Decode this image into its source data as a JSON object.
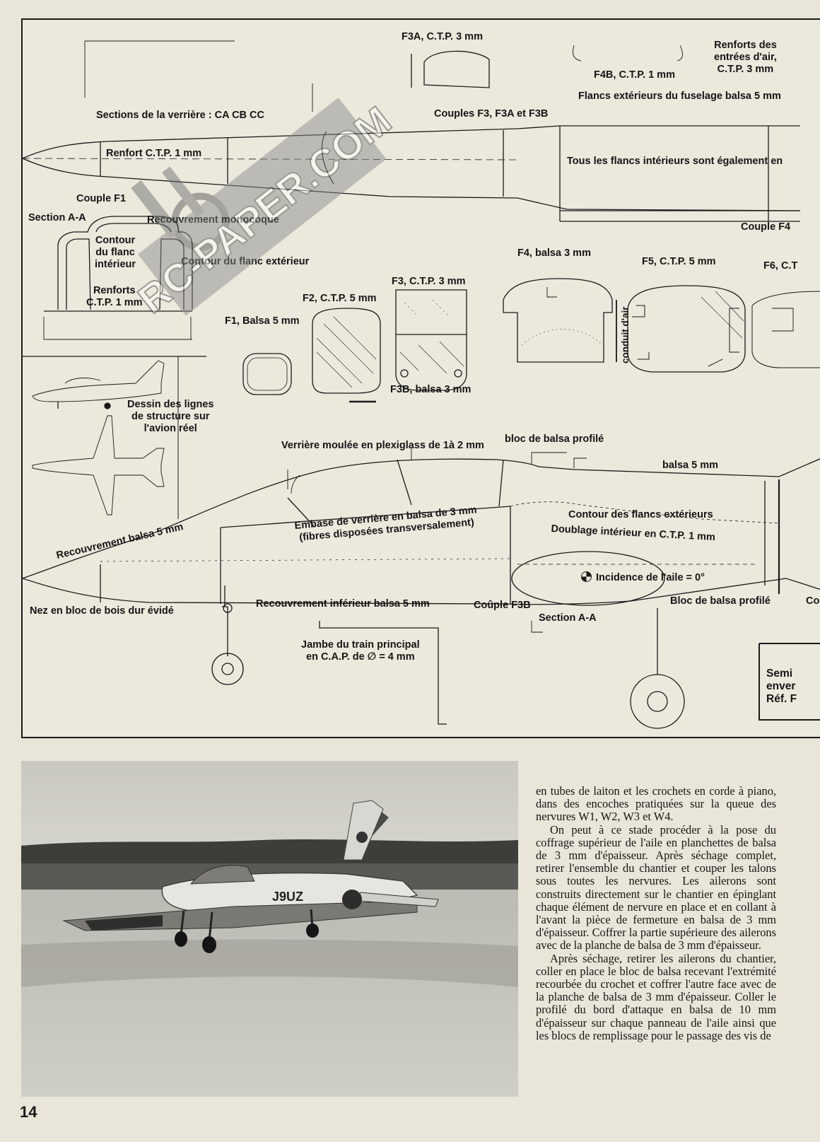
{
  "plan": {
    "labels": {
      "f3a": "F3A, C.T.P. 3 mm",
      "renforts_entrees": "Renforts des\nentrées d'air,\nC.T.P. 3 mm",
      "f4b": "F4B, C.T.P. 1 mm",
      "flancs_exterieurs": "Flancs extérieurs du fuselage balsa 5 mm",
      "sections_verriere": "Sections de la verrière : CA CB CC",
      "couples_f3": "Couples F3, F3A et F3B",
      "renfort_ctp": "Renfort C.T.P. 1 mm",
      "tous_flancs": "Tous les flancs intérieurs sont également en",
      "couple_f1": "Couple F1",
      "section_aa_top": "Section A-A",
      "recouvrement_mono": "Recouvrement monocoque",
      "couple_f4": "Couple F4",
      "contour_interieur": "Contour\ndu flanc\nintérieur",
      "contour_exterieur": "Contour du flanc extérieur",
      "renforts_ctp": "Renforts\nC.T.P. 1 mm",
      "f4_balsa": "F4, balsa 3 mm",
      "f5_ctp": "F5, C.T.P. 5 mm",
      "f6": "F6, C.T",
      "f3_ctp": "F3, C.T.P. 3 mm",
      "f2_ctp": "F2, C.T.P. 5 mm",
      "f1_balsa": "F1, Balsa 5 mm",
      "conduit_air": "conduit d'air",
      "f3b": "F3B, balsa 3 mm",
      "dessin_lignes": "Dessin des lignes\nde structure sur\nl'avion réel",
      "verriere_moulee": "Verrière moulée en plexiglass de 1à 2 mm",
      "bloc_balsa_profile": "bloc de balsa profilé",
      "balsa_5mm": "balsa 5 mm",
      "contour_flancs_ext": "Contour des flancs extérieurs",
      "doublage": "Doublage intérieur en C.T.P. 1 mm",
      "recouvrement_balsa": "Recouvrement balsa 5 mm",
      "embase": "Embase de verrière en balsa de 3 mm\n(fibres disposées transversalement)",
      "incidence": "Incidence de l'aile = 0°",
      "nez": "Nez en bloc de bois dur évidé",
      "recouvrement_inf": "Recouvrement inférieur balsa 5 mm",
      "couple_f3b": "Coûple F3B",
      "bloc_balsa_profile2": "Bloc de balsa profilé",
      "co": "Co",
      "section_aa_bottom": "Section A-A",
      "jambe": "Jambe du train principal\nen C.A.P. de ∅ = 4 mm",
      "semi": "Semi\nenver\nRéf. F"
    },
    "watermark": "RC-PAPER.COM"
  },
  "photo": {
    "registration": "J9UZ"
  },
  "article": {
    "paragraphs": [
      "en tubes de laiton et les crochets en corde à piano, dans des encoches pratiquées sur la queue des nervures W1, W2, W3 et W4.",
      "On peut à ce stade procéder à la pose du coffrage supérieur de l'aile en planchettes de balsa de 3 mm d'épaisseur. Après séchage complet, retirer l'ensemble du chantier et couper les talons sous toutes les nervures. Les ailerons sont construits directement sur le chantier en épinglant chaque élément de nervure en place et en collant à l'avant la pièce de fermeture en balsa de 3 mm d'épaisseur. Coffrer la partie supérieure des ailerons avec de la planche de balsa de 3 mm d'épaisseur.",
      "Après séchage, retirer les ailerons du chantier, coller en place le bloc de balsa recevant l'extrémité recourbée du crochet et coffrer l'autre face avec de la planche de balsa de 3 mm d'épaisseur. Coller le profilé du bord d'attaque en balsa de 10 mm d'épaisseur sur chaque panneau de l'aile ainsi que les blocs de remplissage pour le passage des vis de"
    ]
  },
  "page_number": "14"
}
